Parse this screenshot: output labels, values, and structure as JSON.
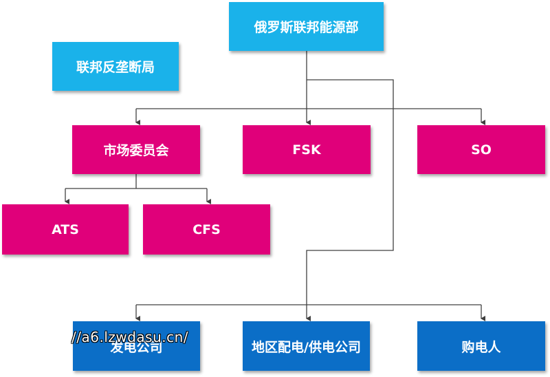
{
  "diagram": {
    "nodes": {
      "ministry": "俄罗斯联邦能源部",
      "fas": "联邦反垄断局",
      "market_council": "市场委员会",
      "fsk": "FSK",
      "so": "SO",
      "ats": "ATS",
      "cfs": "CFS",
      "generation": "发电公司",
      "distribution": "地区配电/供电公司",
      "buyer": "购电人"
    },
    "edges": [
      [
        "ministry",
        "market_council"
      ],
      [
        "ministry",
        "fsk"
      ],
      [
        "ministry",
        "so"
      ],
      [
        "market_council",
        "ats"
      ],
      [
        "market_council",
        "cfs"
      ],
      [
        "ministry",
        "generation"
      ],
      [
        "ministry",
        "distribution"
      ],
      [
        "ministry",
        "buyer"
      ]
    ],
    "colors": {
      "top_level": "#1ab2ea",
      "market_entities": "#e0007a",
      "participants": "#0b6ec7",
      "connector": "#404040"
    }
  },
  "watermark": "//a6.lzwdasu.cn/"
}
